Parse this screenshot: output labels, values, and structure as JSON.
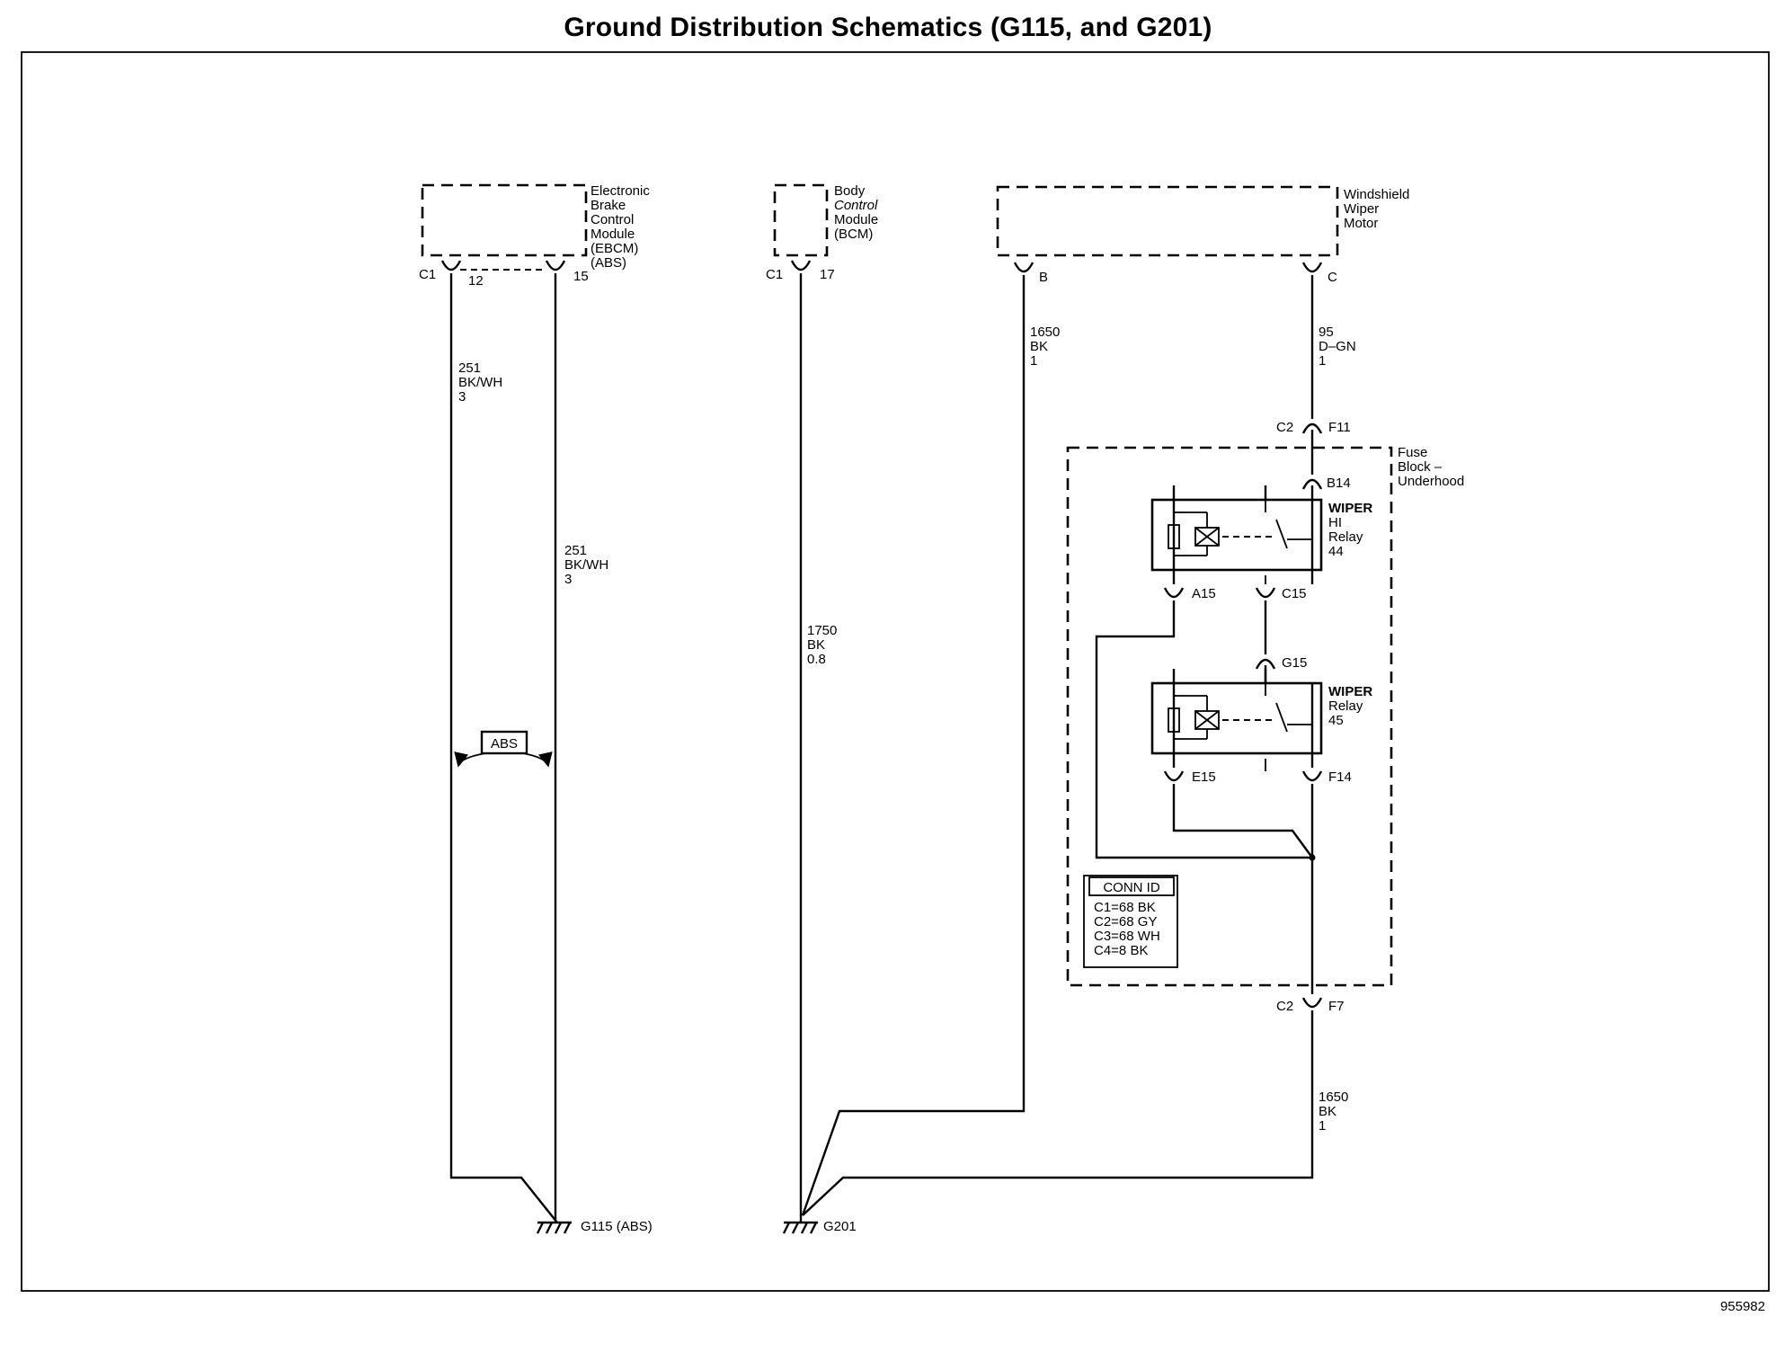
{
  "title": "Ground Distribution Schematics (G115, and G201)",
  "figure_id": "955982",
  "components": {
    "ebcm": [
      "Electronic",
      "Brake",
      "Control",
      "Module",
      "(EBCM)",
      "(ABS)"
    ],
    "bcm": [
      "Body",
      "Control",
      "Module",
      "(BCM)"
    ],
    "wiper_motor": [
      "Windshield",
      "Wiper",
      "Motor"
    ],
    "fuse_block": [
      "Fuse",
      "Block –",
      "Underhood"
    ],
    "wiper_hi_relay": [
      "WIPER",
      "HI",
      "Relay",
      "44"
    ],
    "wiper_relay": [
      "WIPER",
      "Relay",
      "45"
    ]
  },
  "connectors": {
    "c1": "C1",
    "c2": "C2",
    "pin_12": "12",
    "pin_15": "15",
    "pin_17": "17",
    "pin_b": "B",
    "pin_c": "C",
    "f11": "F11",
    "b14": "B14",
    "a15": "A15",
    "c15": "C15",
    "g15": "G15",
    "e15": "E15",
    "f14": "F14",
    "f7": "F7"
  },
  "wires": {
    "ebcm_12": [
      "251",
      "BK/WH",
      "3"
    ],
    "ebcm_15": [
      "251",
      "BK/WH",
      "3"
    ],
    "bcm_17": [
      "1750",
      "BK",
      "0.8"
    ],
    "motor_b": [
      "1650",
      "BK",
      "1"
    ],
    "motor_c": [
      "95",
      "D–GN",
      "1"
    ],
    "fuse_f7": [
      "1650",
      "BK",
      "1"
    ]
  },
  "abs_tag": "ABS",
  "grounds": {
    "g115": "G115 (ABS)",
    "g201": "G201"
  },
  "conn_id": {
    "header": "CONN ID",
    "rows": [
      "C1=68 BK",
      "C2=68 GY",
      "C3=68 WH",
      "C4=8 BK"
    ]
  }
}
